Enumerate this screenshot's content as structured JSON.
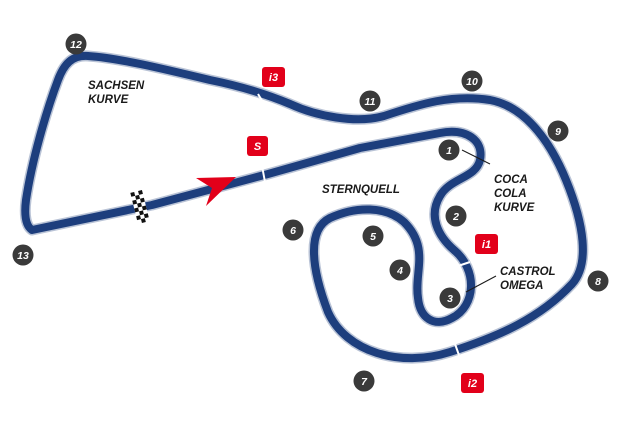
{
  "labels": {
    "sachsen_1": "SACHSEN",
    "sachsen_2": "KURVE",
    "sternquell": "STERNQUELL",
    "coca_1": "COCA",
    "coca_2": "COLA",
    "coca_3": "KURVE",
    "castrol_1": "CASTROL",
    "castrol_2": "OMEGA"
  },
  "turns": [
    "1",
    "2",
    "3",
    "4",
    "5",
    "6",
    "7",
    "8",
    "9",
    "10",
    "11",
    "12",
    "13"
  ],
  "markers": {
    "start": "S",
    "i1": "i1",
    "i2": "i2",
    "i3": "i3"
  },
  "colors": {
    "track": "#1d3e7d",
    "track_outline": "#b9c3d6",
    "marker": "#e2001a",
    "turn_badge": "#3a3a3a"
  }
}
